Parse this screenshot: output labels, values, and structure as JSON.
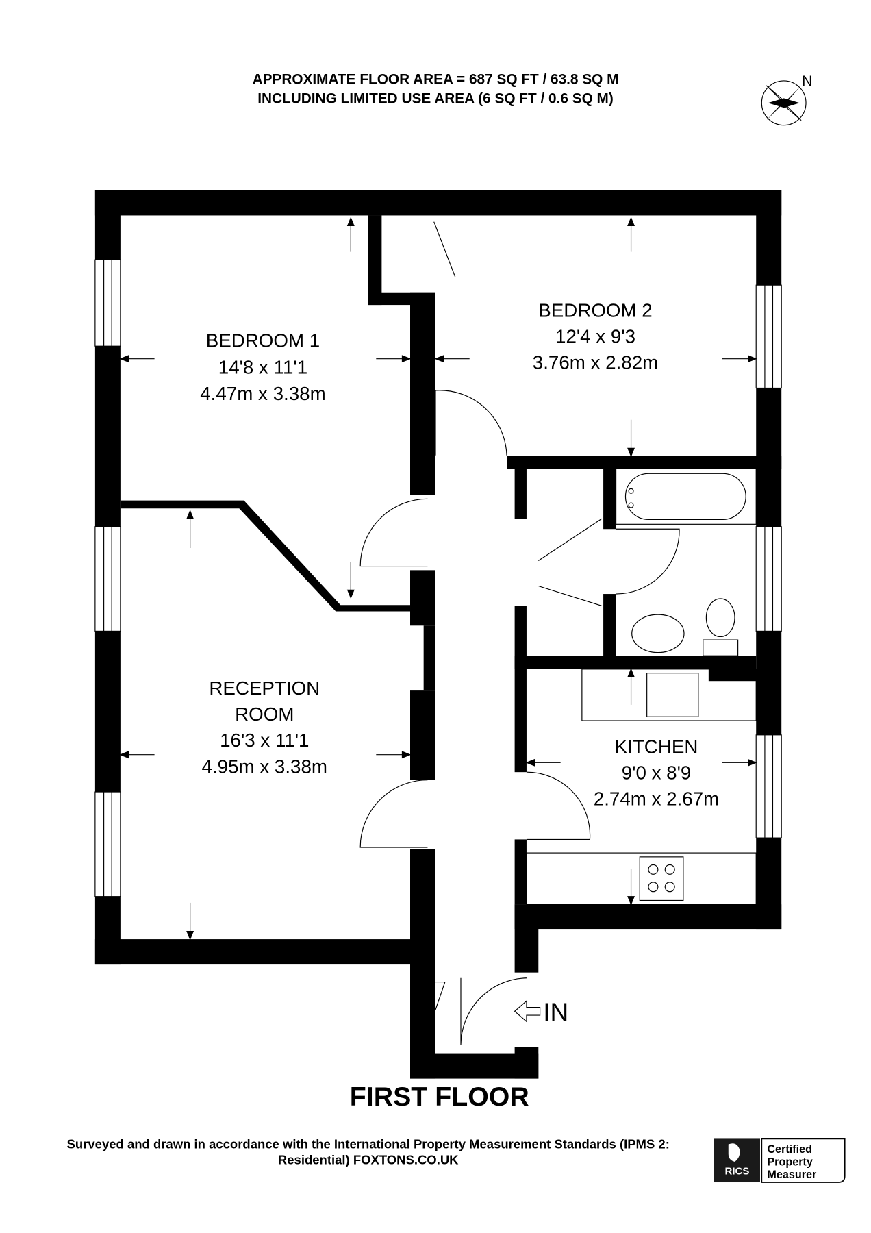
{
  "header": {
    "line1": "APPROXIMATE FLOOR AREA = 687 SQ FT / 63.8 SQ M",
    "line2": "INCLUDING LIMITED USE AREA (6 SQ FT / 0.6 SQ M)"
  },
  "compass": {
    "label": "N",
    "icon": "compass-rose-icon"
  },
  "rooms": [
    {
      "name": "BEDROOM 1",
      "imperial": "14'8 x 11'1",
      "metric": "4.47m x 3.38m"
    },
    {
      "name": "BEDROOM 2",
      "imperial": "12'4 x 9'3",
      "metric": "3.76m x 2.82m"
    },
    {
      "name_line1": "RECEPTION",
      "name_line2": "ROOM",
      "imperial": "16'3 x 11'1",
      "metric": "4.95m x 3.38m"
    },
    {
      "name": "KITCHEN",
      "imperial": "9'0 x 8'9",
      "metric": "2.74m x 2.67m"
    }
  ],
  "entrance": {
    "label": "IN",
    "icon": "arrow-left-icon"
  },
  "floor_title": "FIRST FLOOR",
  "footer": {
    "line1": "Surveyed and drawn in accordance with the International Property Measurement Standards (IPMS 2:",
    "line2": "Residential) FOXTONS.CO.UK"
  },
  "badge": {
    "brand": "RICS",
    "line1": "Certified",
    "line2": "Property",
    "line3": "Measurer"
  },
  "colors": {
    "wall": "#000000",
    "background": "#ffffff",
    "badge_dark": "#1a1a1a"
  }
}
